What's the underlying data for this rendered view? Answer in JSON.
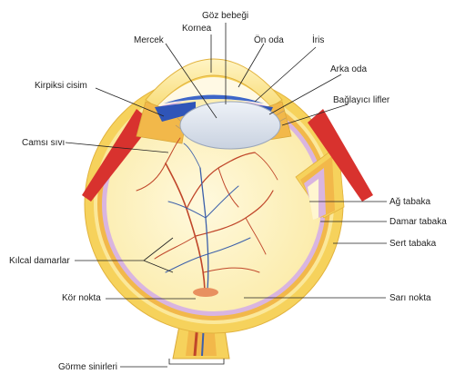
{
  "labels": {
    "goz_bebegi": "Göz bebeği",
    "kornea": "Kornea",
    "mercek": "Mercek",
    "on_oda": "Ön oda",
    "iris": "İris",
    "arka_oda": "Arka oda",
    "kirpiksi_cisim": "Kirpiksi cisim",
    "baglayici_lifler": "Bağlayıcı lifler",
    "camsi_sivi": "Camsı sıvı",
    "ag_tabaka": "Ağ tabaka",
    "damar_tabaka": "Damar tabaka",
    "sert_tabaka": "Sert tabaka",
    "kilcal_damarlar": "Kılcal damarlar",
    "kor_nokta": "Kör nokta",
    "sari_nokta": "Sarı nokta",
    "gorme_sinirleri": "Görme sinirleri"
  },
  "colors": {
    "sclera": "#F6D25C",
    "sclera_light": "#FBE89A",
    "choroid": "#F2B84A",
    "retina": "#C9A0D8",
    "vitreous": "#FFF6D0",
    "lens": "#DCE3EE",
    "iris_blue": "#2F55B8",
    "muscle_red": "#D8322E",
    "vessel_red": "#C0462A",
    "vessel_blue": "#3B5FAA"
  }
}
